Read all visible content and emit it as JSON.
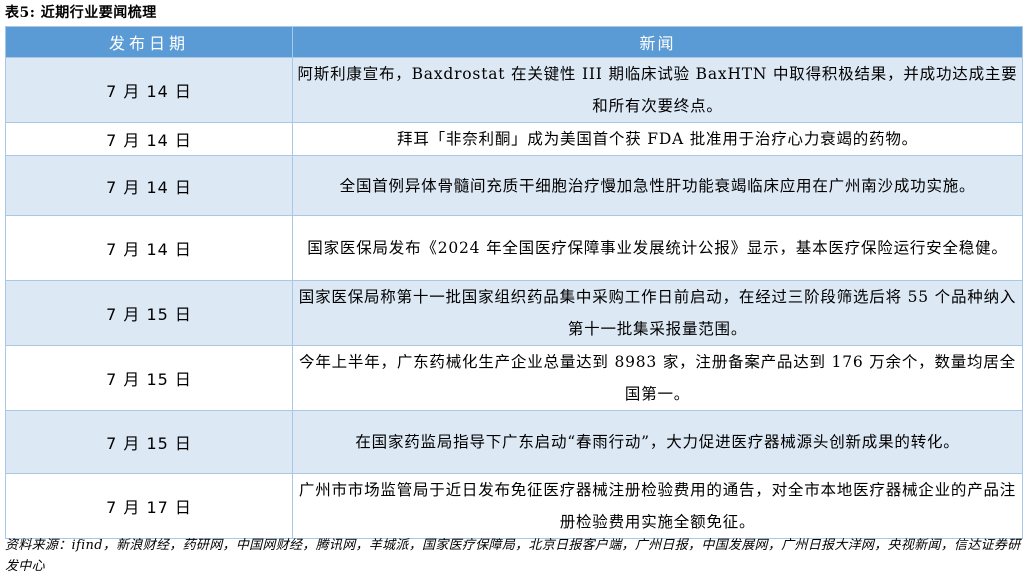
{
  "title": "表5: 近期行业要闻梳理",
  "table": {
    "headers": [
      "发布日期",
      "新闻"
    ],
    "rows": [
      {
        "date": "7 月 14 日",
        "news": "阿斯利康宣布，Baxdrostat 在关键性 III 期临床试验 BaxHTN 中取得积极结果，并成功达成主要和所有次要终点。"
      },
      {
        "date": "7 月 14 日",
        "news": "拜耳「非奈利酮」成为美国首个获 FDA 批准用于治疗心力衰竭的药物。"
      },
      {
        "date": "7 月 14 日",
        "news": "全国首例异体骨髓间充质干细胞治疗慢加急性肝功能衰竭临床应用在广州南沙成功实施。"
      },
      {
        "date": "7 月 14 日",
        "news": "国家医保局发布《2024 年全国医疗保障事业发展统计公报》显示，基本医疗保险运行安全稳健。"
      },
      {
        "date": "7 月 15 日",
        "news": "国家医保局称第十一批国家组织药品集中采购工作日前启动，在经过三阶段筛选后将 55 个品种纳入第十一批集采报量范围。"
      },
      {
        "date": "7 月 15 日",
        "news": "今年上半年，广东药械化生产企业总量达到 8983 家，注册备案产品达到 176 万余个，数量均居全国第一。"
      },
      {
        "date": "7 月 15 日",
        "news": "在国家药监局指导下广东启动“春雨行动”，大力促进医疗器械源头创新成果的转化。"
      },
      {
        "date": "7 月 17 日",
        "news": "广州市市场监管局于近日发布免征医疗器械注册检验费用的通告，对全市本地医疗器械企业的产品注册检验费用实施全额免征。"
      }
    ]
  },
  "source": "资料来源：ifind，新浪财经，药研网，中国网财经，腾讯网，羊城派，国家医疗保障局，北京日报客户端，广州日报，中国发展网，广州日报大洋网，央视新闻，信达证券研发中心",
  "colors": {
    "header_bg": "#5b9bd5",
    "stripe_bg": "#dde8f5",
    "border": "#a9c7e6"
  }
}
